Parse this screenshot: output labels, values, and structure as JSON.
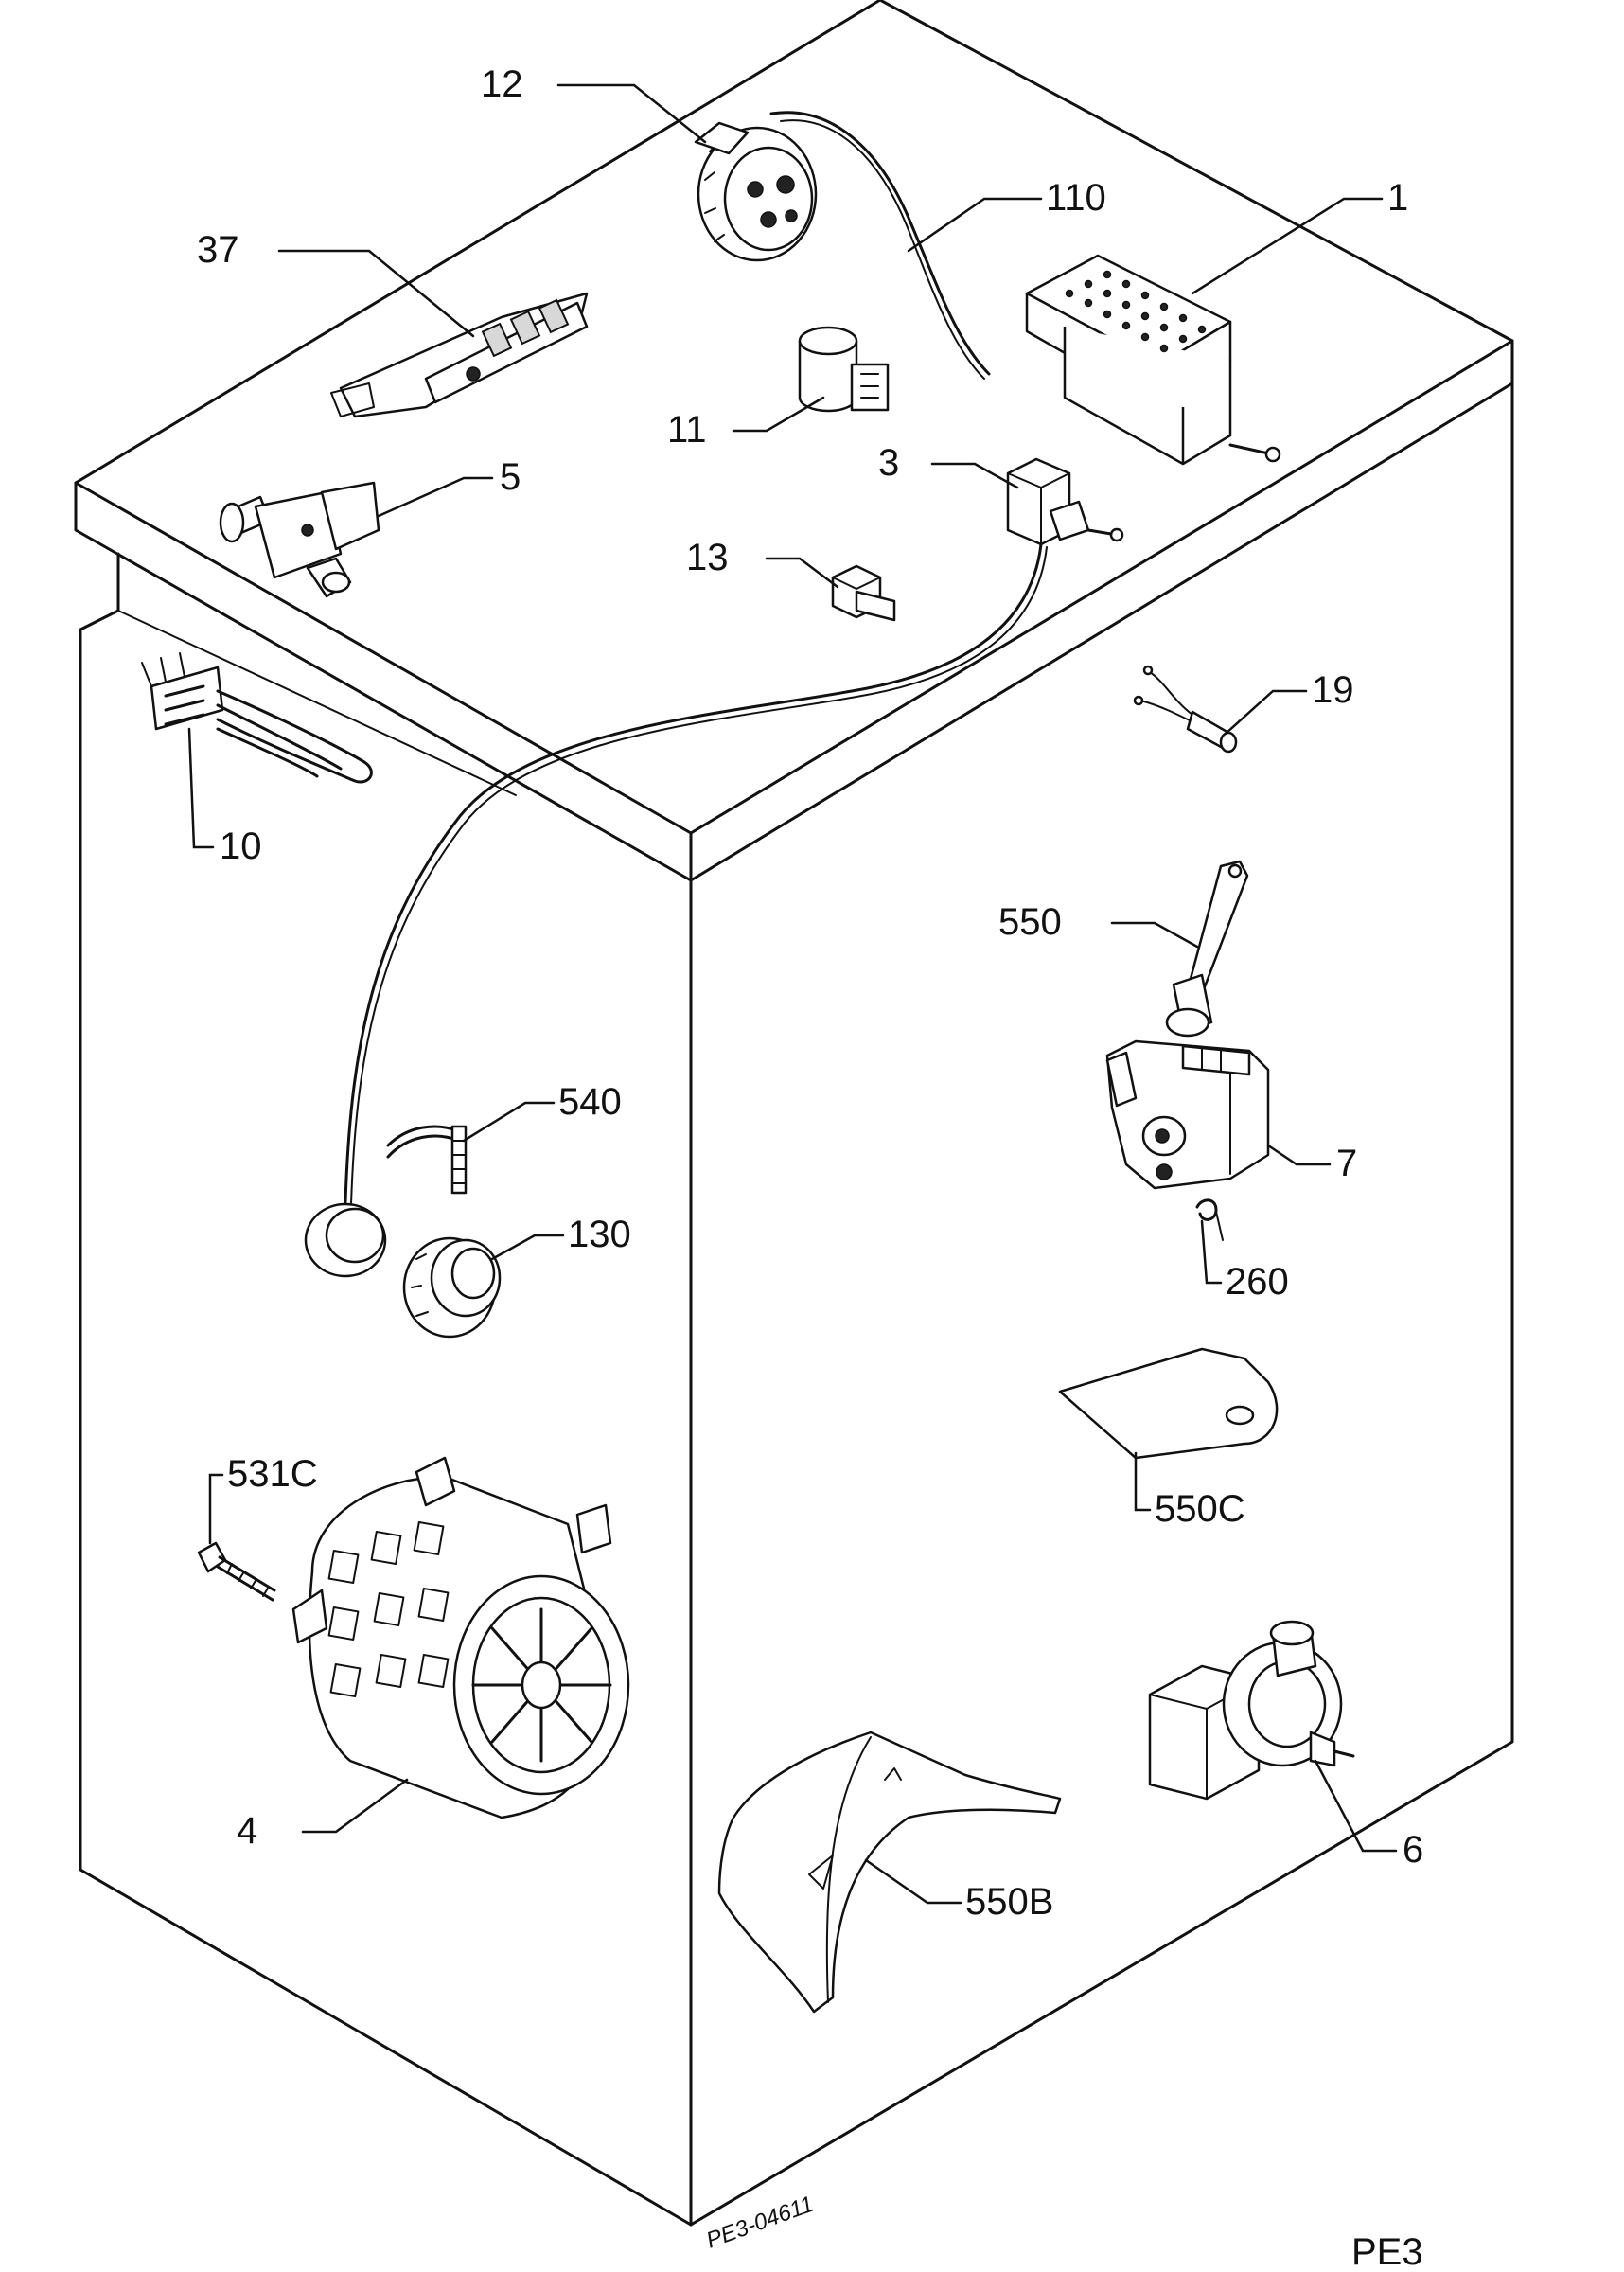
{
  "drawing": {
    "stamp": "PE3-04611",
    "sheet_code": "PE3"
  },
  "parts": [
    {
      "key": "p12",
      "label": "12"
    },
    {
      "key": "p110",
      "label": "110"
    },
    {
      "key": "p37",
      "label": "37"
    },
    {
      "key": "p1",
      "label": "1"
    },
    {
      "key": "p11",
      "label": "11"
    },
    {
      "key": "p5",
      "label": "5"
    },
    {
      "key": "p3",
      "label": "3"
    },
    {
      "key": "p13",
      "label": "13"
    },
    {
      "key": "p19",
      "label": "19"
    },
    {
      "key": "p10",
      "label": "10"
    },
    {
      "key": "p550",
      "label": "550"
    },
    {
      "key": "p540",
      "label": "540"
    },
    {
      "key": "p7",
      "label": "7"
    },
    {
      "key": "p130",
      "label": "130"
    },
    {
      "key": "p260",
      "label": "260"
    },
    {
      "key": "p550c",
      "label": "550C"
    },
    {
      "key": "p531c",
      "label": "531C"
    },
    {
      "key": "p4",
      "label": "4"
    },
    {
      "key": "p6",
      "label": "6"
    },
    {
      "key": "p550b",
      "label": "550B"
    }
  ]
}
